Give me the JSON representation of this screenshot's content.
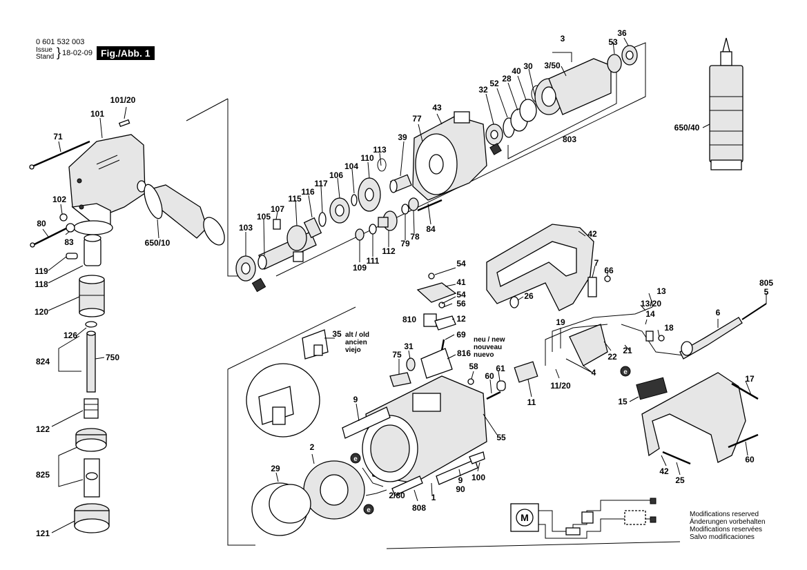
{
  "header": {
    "part_number": "0 601 532 003",
    "issue_label_1": "Issue",
    "issue_label_2": "Stand",
    "issue_date": "18-02-09",
    "figure_label": "Fig./Abb. 1"
  },
  "labels": {
    "p3": "3",
    "p3_50": "3/50",
    "p36": "36",
    "p53": "53",
    "p30": "30",
    "p40": "40",
    "p28": "28",
    "p52": "52",
    "p32": "32",
    "p803": "803",
    "p43": "43",
    "p77": "77",
    "p39": "39",
    "p113": "113",
    "p110": "110",
    "p104": "104",
    "p106": "106",
    "p117": "117",
    "p116": "116",
    "p115": "115",
    "p107": "107",
    "p105": "105",
    "p103": "103",
    "p84": "84",
    "p78": "78",
    "p79": "79",
    "p112": "112",
    "p111": "111",
    "p109": "109",
    "p101_20": "101/20",
    "p101": "101",
    "p71": "71",
    "p102": "102",
    "p80": "80",
    "p83": "83",
    "p119": "119",
    "p118": "118",
    "p120": "120",
    "p650_10": "650/10",
    "p126": "126",
    "p824": "824",
    "p750": "750",
    "p122": "122",
    "p825": "825",
    "p121": "121",
    "p650_40": "650/40",
    "p42": "42",
    "p7": "7",
    "p66": "66",
    "p26": "26",
    "p54a": "54",
    "p41": "41",
    "p54b": "54",
    "p56": "56",
    "p12": "12",
    "p810": "810",
    "p69": "69",
    "p35": "35",
    "alt_old_1": "alt / old",
    "alt_old_2": "ancien",
    "alt_old_3": "viejo",
    "neu_new_1": "neu / new",
    "neu_new_2": "nouveau",
    "neu_new_3": "nuevo",
    "p31": "31",
    "p75": "75",
    "p816": "816",
    "p58": "58",
    "p61": "61",
    "p60a": "60",
    "p9a": "9",
    "p55": "55",
    "p13": "13",
    "p13_20": "13/20",
    "p14": "14",
    "p18": "18",
    "p19": "19",
    "p805": "805",
    "p5": "5",
    "p6": "6",
    "p22": "22",
    "p21": "21",
    "p4": "4",
    "p11_20": "11/20",
    "p11": "11",
    "p17": "17",
    "p15": "15",
    "p2": "2",
    "p29": "29",
    "p2_80": "2/80",
    "p808": "808",
    "p1": "1",
    "p9b": "9",
    "p90": "90",
    "p100": "100",
    "p42b": "42",
    "p25": "25",
    "p60b": "60",
    "e": "e",
    "motor_symbol": "M"
  },
  "notes": [
    "Modifications reserved",
    "Änderungen vorbehalten",
    "Modifications reservées",
    "Salvo modificaciones"
  ]
}
